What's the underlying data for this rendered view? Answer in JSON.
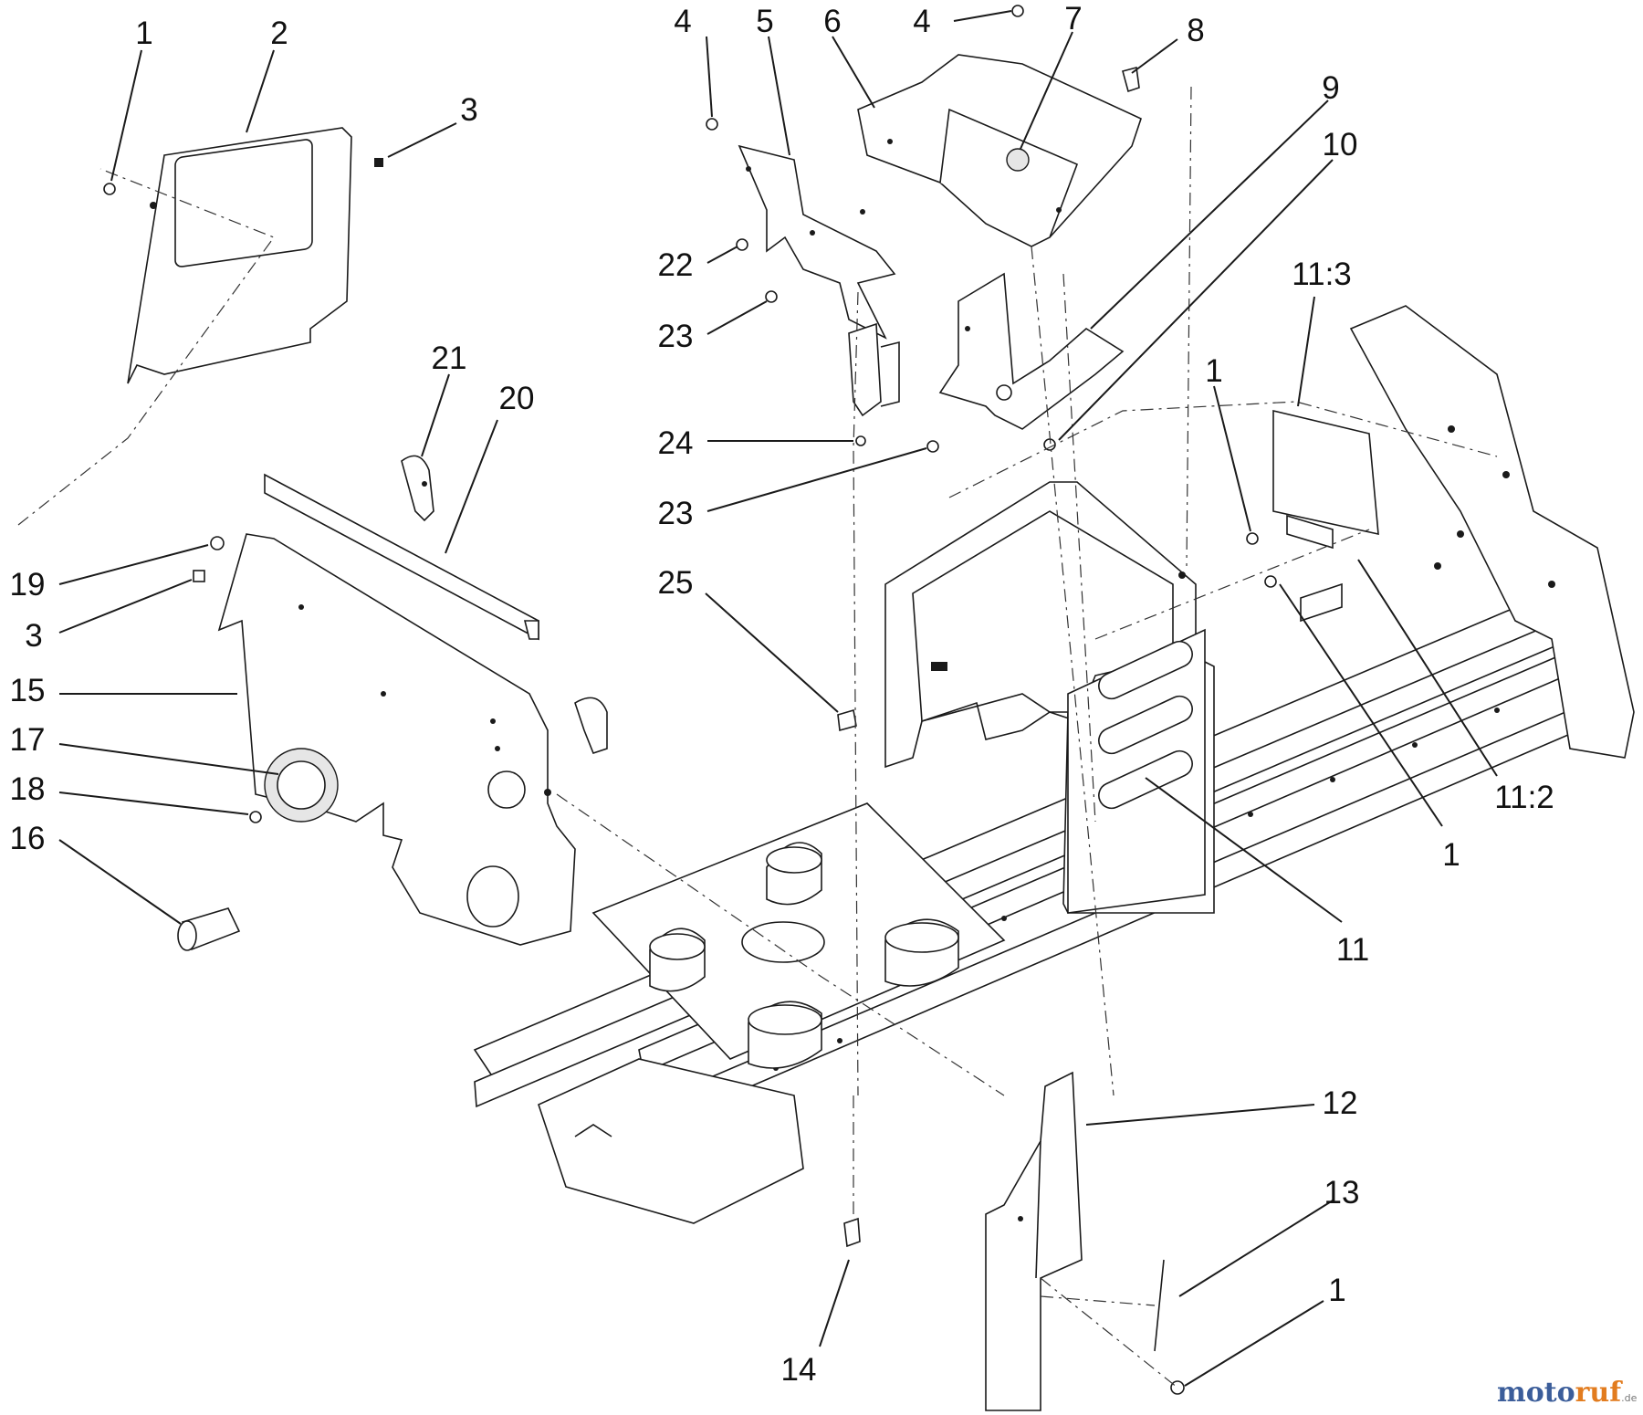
{
  "diagram": {
    "callouts": [
      {
        "id": "c-1a",
        "text": "1"
      },
      {
        "id": "c-2",
        "text": "2"
      },
      {
        "id": "c-3a",
        "text": "3"
      },
      {
        "id": "c-4a",
        "text": "4"
      },
      {
        "id": "c-5",
        "text": "5"
      },
      {
        "id": "c-6",
        "text": "6"
      },
      {
        "id": "c-4b",
        "text": "4"
      },
      {
        "id": "c-7",
        "text": "7"
      },
      {
        "id": "c-8",
        "text": "8"
      },
      {
        "id": "c-9",
        "text": "9"
      },
      {
        "id": "c-10",
        "text": "10"
      },
      {
        "id": "c-22",
        "text": "22"
      },
      {
        "id": "c-23a",
        "text": "23"
      },
      {
        "id": "c-24",
        "text": "24"
      },
      {
        "id": "c-23b",
        "text": "23"
      },
      {
        "id": "c-25",
        "text": "25"
      },
      {
        "id": "c-11-3",
        "text": "11:3"
      },
      {
        "id": "c-1b",
        "text": "1"
      },
      {
        "id": "c-21",
        "text": "21"
      },
      {
        "id": "c-20",
        "text": "20"
      },
      {
        "id": "c-19",
        "text": "19"
      },
      {
        "id": "c-3b",
        "text": "3"
      },
      {
        "id": "c-15",
        "text": "15"
      },
      {
        "id": "c-17",
        "text": "17"
      },
      {
        "id": "c-18",
        "text": "18"
      },
      {
        "id": "c-16",
        "text": "16"
      },
      {
        "id": "c-11-2",
        "text": "11:2"
      },
      {
        "id": "c-1c",
        "text": "1"
      },
      {
        "id": "c-11",
        "text": "11"
      },
      {
        "id": "c-12",
        "text": "12"
      },
      {
        "id": "c-13",
        "text": "13"
      },
      {
        "id": "c-1d",
        "text": "1"
      },
      {
        "id": "c-14",
        "text": "14"
      }
    ]
  },
  "watermark": {
    "part1": "moto",
    "part2": "ruf",
    "suffix": ".de"
  }
}
